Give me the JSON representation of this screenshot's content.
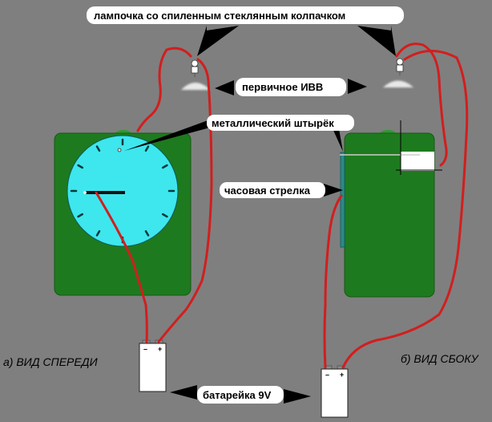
{
  "labels": {
    "lamp": "лампочка со спиленным стеклянным колпачком",
    "primary": "первичное ИВВ",
    "pin": "металлический штырёк",
    "hand": "часовая стрелка",
    "battery": "батарейка 9V"
  },
  "captions": {
    "front": "а) ВИД СПЕРЕДИ",
    "side": "б) ВИД СБОКУ"
  },
  "terminals": {
    "minus": "–",
    "plus": "+"
  },
  "colors": {
    "background": "#7f7f7f",
    "clock_body": "#1e7a1e",
    "dial": "#3ee6ee",
    "wire": "#d21e1e",
    "label_bg": "#ffffff"
  }
}
